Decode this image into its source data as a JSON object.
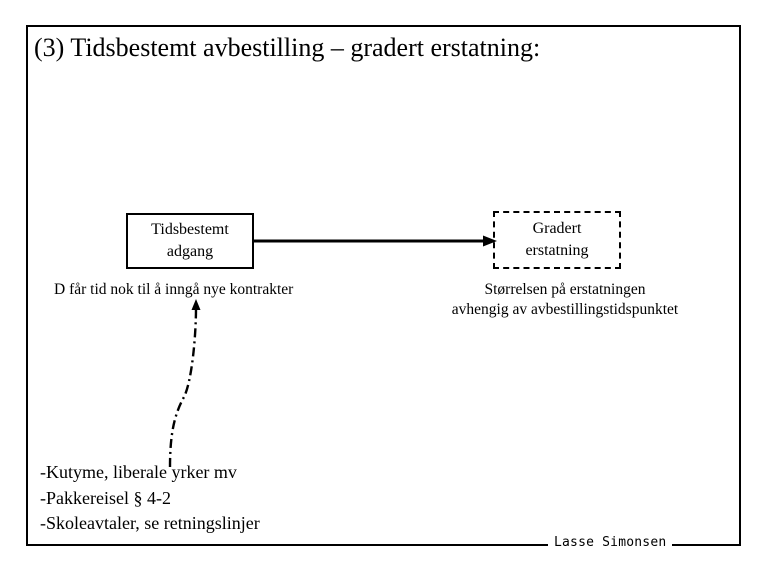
{
  "slide": {
    "title": "(3) Tidsbestemt avbestilling – gradert erstatning:",
    "footer_name": "Lasse Simonsen"
  },
  "diagram": {
    "boxes": [
      {
        "id": "tidsbestemt-adgang",
        "line1": "Tidsbestemt",
        "line2": "adgang",
        "border_style": "solid",
        "border_color": "#000000"
      },
      {
        "id": "gradert-erstatning",
        "line1": "Gradert",
        "line2": "erstatning",
        "border_style": "dashed",
        "border_color": "#000000"
      }
    ],
    "connectors": [
      {
        "id": "box-to-box",
        "style": "solid",
        "arrowhead": "end",
        "color": "#000000"
      },
      {
        "id": "list-to-caption",
        "style": "dash-dot",
        "arrowhead": "end",
        "color": "#000000"
      }
    ],
    "captions": {
      "left": "D får tid nok til å inngå nye kontrakter",
      "right_line1": "Størrelsen på erstatningen",
      "right_line2": "avhengig av avbestillingstidspunktet"
    }
  },
  "bullets": [
    "-Kutyme, liberale yrker mv",
    "-Pakkereisel § 4-2",
    "-Skoleavtaler, se retningslinjer"
  ]
}
